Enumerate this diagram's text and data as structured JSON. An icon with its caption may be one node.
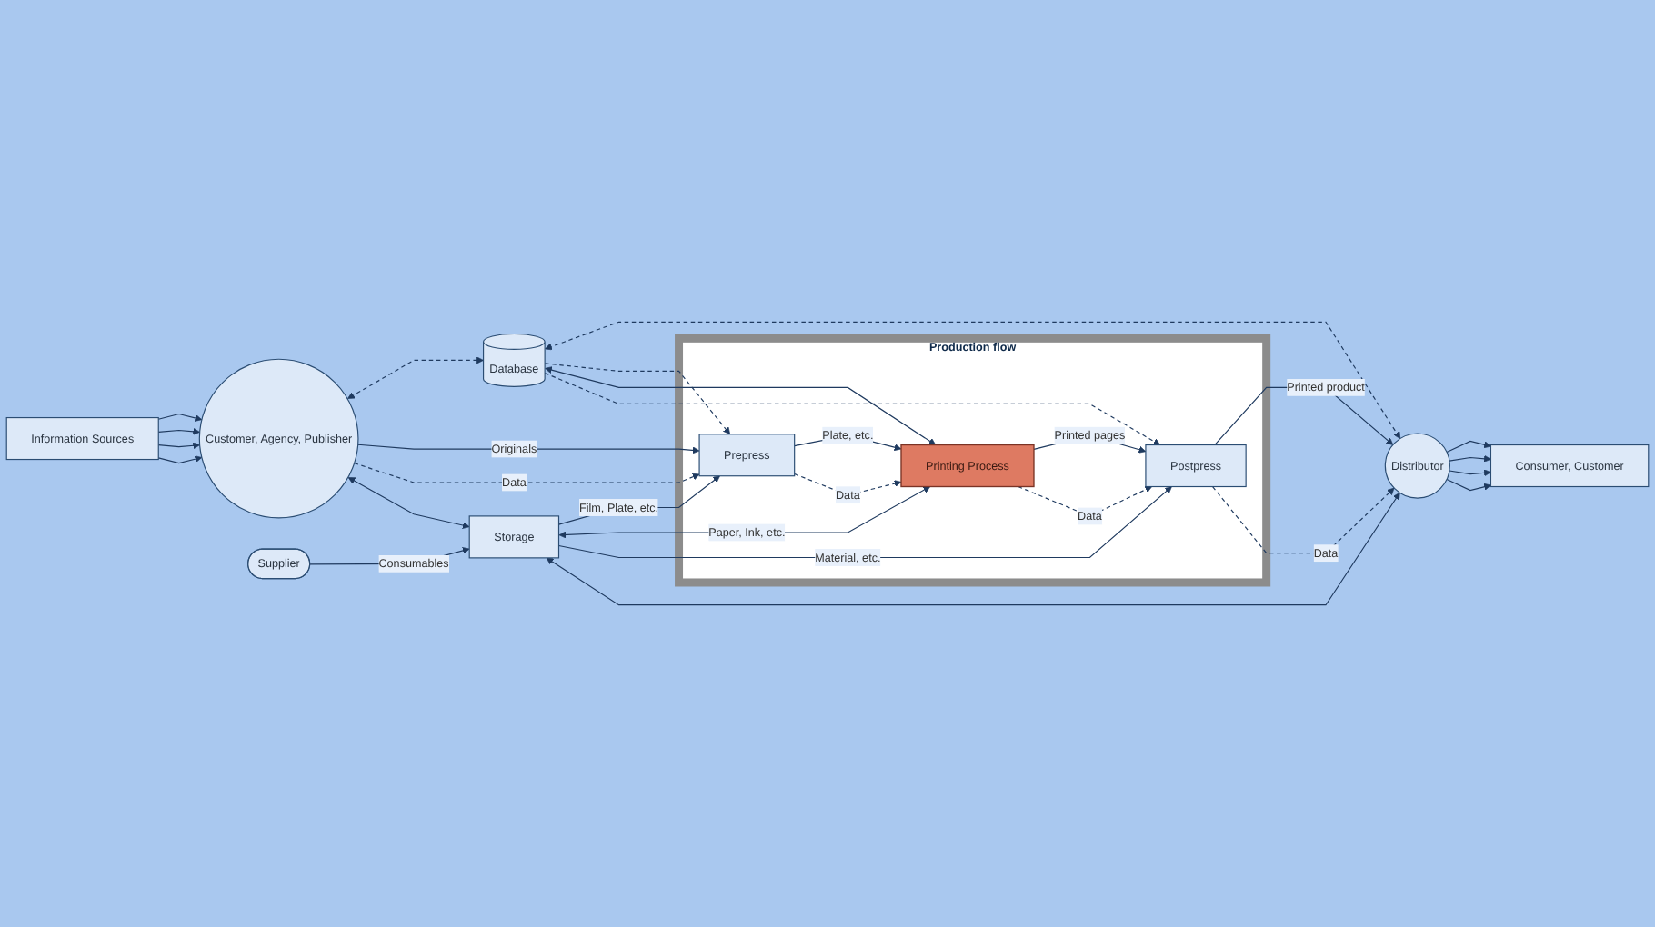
{
  "diagram": {
    "nodes": [
      {
        "text": [
          "Information Sources"
        ]
      },
      {
        "text": [
          "Database"
        ]
      },
      {
        "text": [
          "Customer, Agency, Publisher"
        ]
      },
      {
        "text": [
          "Production flow"
        ]
      },
      {
        "text": [
          "Prepress"
        ],
        "in": 3
      },
      {
        "text": [
          "Printing Process"
        ],
        "in": 3
      },
      {
        "text": [
          "Postpress"
        ],
        "in": 3
      },
      {
        "text": [
          "Distributor"
        ]
      },
      {
        "text": [
          "Consumer, Customer"
        ]
      },
      {
        "text": [
          "Storage"
        ]
      },
      {
        "text": [
          "Supplier"
        ]
      }
    ],
    "edges": [
      {
        "from": 0,
        "to": 2,
        "arrow": "to"
      },
      {
        "from": 0,
        "to": 2,
        "arrow": "to"
      },
      {
        "from": 0,
        "to": 2,
        "arrow": "to"
      },
      {
        "from": 0,
        "to": 2,
        "arrow": "to"
      },
      {
        "from": 2,
        "to": 1,
        "arrow": "both",
        "style": "dashed"
      },
      {
        "from": 1,
        "to": 7,
        "arrow": "both",
        "style": "dashed"
      },
      {
        "from": 2,
        "to": 4,
        "arrow": "to",
        "label": "Originals"
      },
      {
        "from": 2,
        "to": 4,
        "arrow": "to",
        "label": "Data",
        "style": "dashed"
      },
      {
        "from": 4,
        "to": 5,
        "arrow": "to",
        "label": "Plate, etc."
      },
      {
        "from": 4,
        "to": 5,
        "arrow": "to",
        "label": "Data",
        "style": "dashed"
      },
      {
        "from": 5,
        "to": 6,
        "arrow": "to",
        "label": "Printed pages"
      },
      {
        "from": 5,
        "to": 6,
        "arrow": "to",
        "label": "Data",
        "style": "dashed"
      },
      {
        "from": 6,
        "to": 7,
        "arrow": "to",
        "label": "Printed product"
      },
      {
        "from": 6,
        "to": 7,
        "arrow": "to",
        "label": "Data",
        "style": "dashed"
      },
      {
        "from": 1,
        "to": 4,
        "arrow": "to",
        "style": "dashed"
      },
      {
        "from": 1,
        "to": 5,
        "arrow": "both"
      },
      {
        "from": 1,
        "to": 6,
        "arrow": "to",
        "style": "dashed"
      },
      {
        "from": 9,
        "to": 4,
        "arrow": "to",
        "label": "Film, Plate, etc."
      },
      {
        "from": 9,
        "to": 5,
        "arrow": "both",
        "label": "Paper, Ink, etc."
      },
      {
        "from": 9,
        "to": 6,
        "arrow": "to",
        "label": "Material, etc."
      },
      {
        "from": 2,
        "to": 9,
        "arrow": "both"
      },
      {
        "from": 9,
        "to": 7,
        "arrow": "both"
      },
      {
        "from": 10,
        "to": 9,
        "arrow": "to",
        "label": "Consumables"
      },
      {
        "from": 7,
        "to": 8,
        "arrow": "to"
      },
      {
        "from": 7,
        "to": 8,
        "arrow": "to"
      },
      {
        "from": 7,
        "to": 8,
        "arrow": "to"
      },
      {
        "from": 7,
        "to": 8,
        "arrow": "to"
      }
    ]
  }
}
